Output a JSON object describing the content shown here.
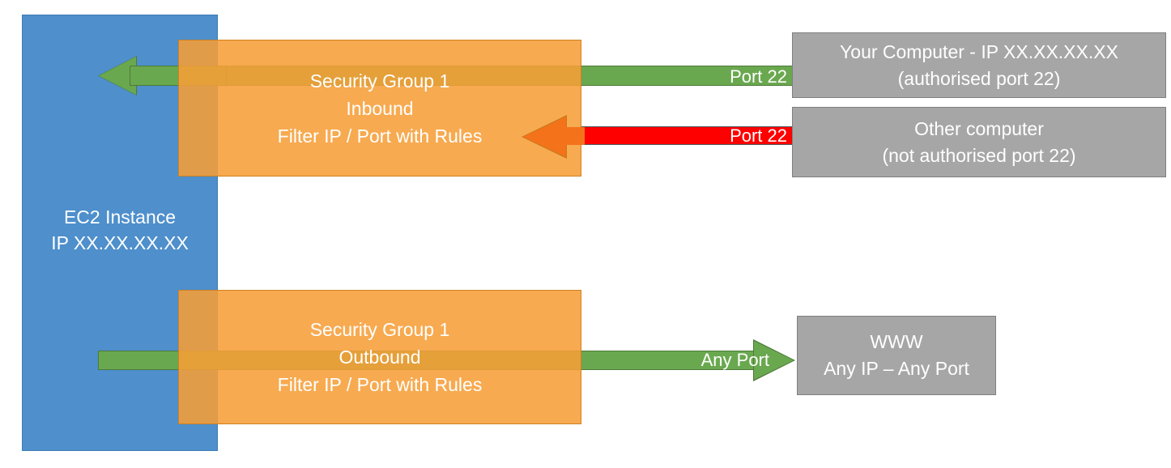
{
  "diagram": {
    "title": "AWS EC2 Security Group inbound and outbound filtering",
    "colors": {
      "ec2_blue": "#4E8FCC",
      "security_group_orange": "#F69E38",
      "allowed_green": "#6AA84F",
      "blocked_red": "#FE0000",
      "rejected_arrow_orange": "#F4721A",
      "endpoint_grey": "#A6A6A6",
      "text_white": "#FFFFFF",
      "background": "#FFFFFF"
    }
  },
  "ec2": {
    "line1": "EC2 Instance",
    "line2": "IP XX.XX.XX.XX"
  },
  "security_groups": {
    "inbound": {
      "name": "Security Group 1",
      "direction": "Inbound",
      "rule": "Filter IP / Port with Rules"
    },
    "outbound": {
      "name": "Security Group 1",
      "direction": "Outbound",
      "rule": "Filter IP / Port with Rules"
    }
  },
  "connections": {
    "allowed_inbound": {
      "port_label": "Port 22",
      "state": "allowed"
    },
    "blocked_inbound": {
      "port_label": "Port 22",
      "state": "blocked"
    },
    "allowed_outbound": {
      "port_label": "Any Port",
      "state": "allowed"
    }
  },
  "endpoints": {
    "your_computer": {
      "line1": "Your Computer - IP XX.XX.XX.XX",
      "line2": "(authorised port 22)"
    },
    "other_computer": {
      "line1": "Other computer",
      "line2": "(not authorised port 22)"
    },
    "www": {
      "line1": "WWW",
      "line2": "Any IP – Any Port"
    }
  }
}
